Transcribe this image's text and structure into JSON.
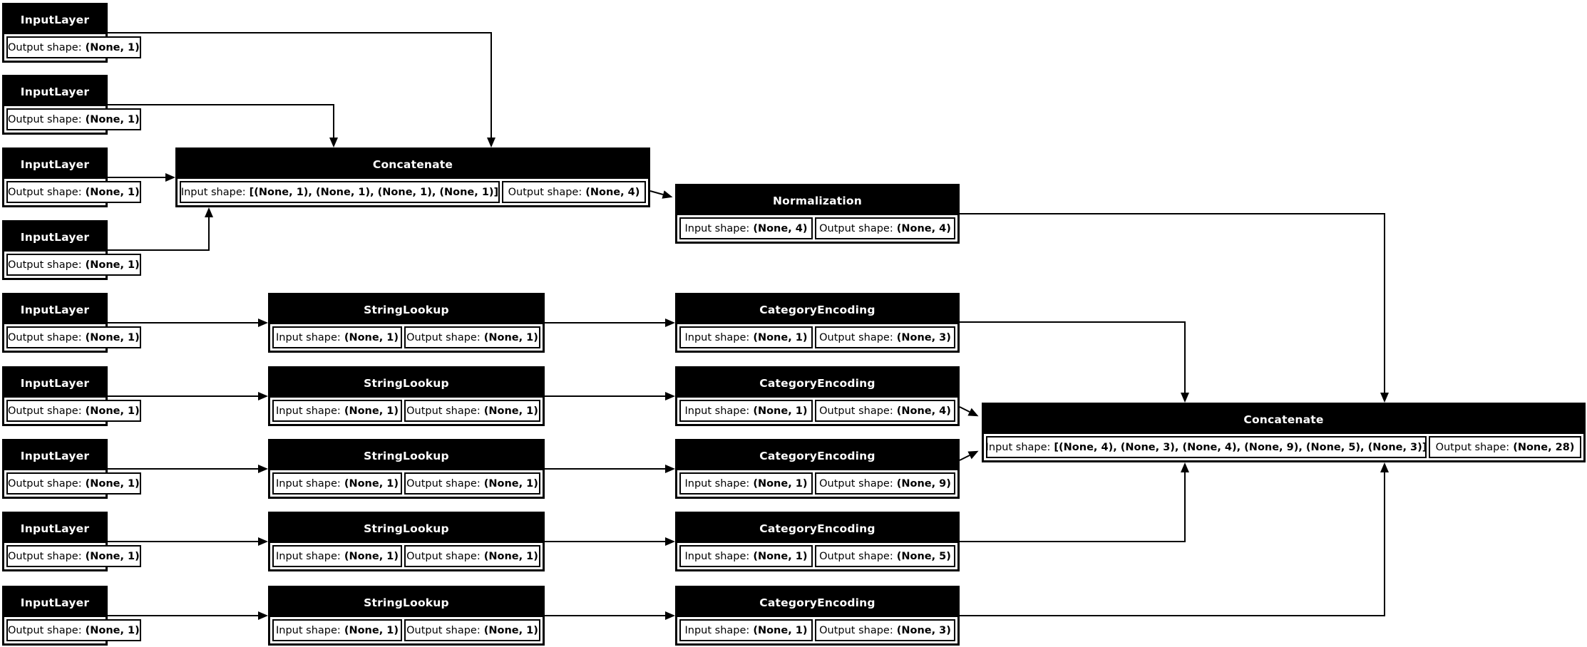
{
  "diagram": {
    "kind": "keras-model-plot",
    "background_color": "#ffffff",
    "node_fill_color": "#000000",
    "node_title_text_color": "#ffffff",
    "body_text_color": "#000000",
    "edge_color": "#000000"
  },
  "labels": {
    "input_shape": "Input shape:",
    "output_shape": "Output shape:"
  },
  "nodes": {
    "input_1": {
      "type": "InputLayer",
      "output_shape": "(None, 1)"
    },
    "input_2": {
      "type": "InputLayer",
      "output_shape": "(None, 1)"
    },
    "input_3": {
      "type": "InputLayer",
      "output_shape": "(None, 1)"
    },
    "input_4": {
      "type": "InputLayer",
      "output_shape": "(None, 1)"
    },
    "concat_1": {
      "type": "Concatenate",
      "input_shape": "[(None, 1), (None, 1), (None, 1), (None, 1)]",
      "output_shape": "(None, 4)"
    },
    "normalization": {
      "type": "Normalization",
      "input_shape": "(None, 4)",
      "output_shape": "(None, 4)"
    },
    "input_5": {
      "type": "InputLayer",
      "output_shape": "(None, 1)"
    },
    "input_6": {
      "type": "InputLayer",
      "output_shape": "(None, 1)"
    },
    "input_7": {
      "type": "InputLayer",
      "output_shape": "(None, 1)"
    },
    "input_8": {
      "type": "InputLayer",
      "output_shape": "(None, 1)"
    },
    "input_9": {
      "type": "InputLayer",
      "output_shape": "(None, 1)"
    },
    "lookup_1": {
      "type": "StringLookup",
      "input_shape": "(None, 1)",
      "output_shape": "(None, 1)"
    },
    "lookup_2": {
      "type": "StringLookup",
      "input_shape": "(None, 1)",
      "output_shape": "(None, 1)"
    },
    "lookup_3": {
      "type": "StringLookup",
      "input_shape": "(None, 1)",
      "output_shape": "(None, 1)"
    },
    "lookup_4": {
      "type": "StringLookup",
      "input_shape": "(None, 1)",
      "output_shape": "(None, 1)"
    },
    "lookup_5": {
      "type": "StringLookup",
      "input_shape": "(None, 1)",
      "output_shape": "(None, 1)"
    },
    "encoding_1": {
      "type": "CategoryEncoding",
      "input_shape": "(None, 1)",
      "output_shape": "(None, 3)"
    },
    "encoding_2": {
      "type": "CategoryEncoding",
      "input_shape": "(None, 1)",
      "output_shape": "(None, 4)"
    },
    "encoding_3": {
      "type": "CategoryEncoding",
      "input_shape": "(None, 1)",
      "output_shape": "(None, 9)"
    },
    "encoding_4": {
      "type": "CategoryEncoding",
      "input_shape": "(None, 1)",
      "output_shape": "(None, 5)"
    },
    "encoding_5": {
      "type": "CategoryEncoding",
      "input_shape": "(None, 1)",
      "output_shape": "(None, 3)"
    },
    "concat_2": {
      "type": "Concatenate",
      "input_shape": "[(None, 4), (None, 3), (None, 4), (None, 9), (None, 5), (None, 3)]",
      "output_shape": "(None, 28)"
    }
  }
}
